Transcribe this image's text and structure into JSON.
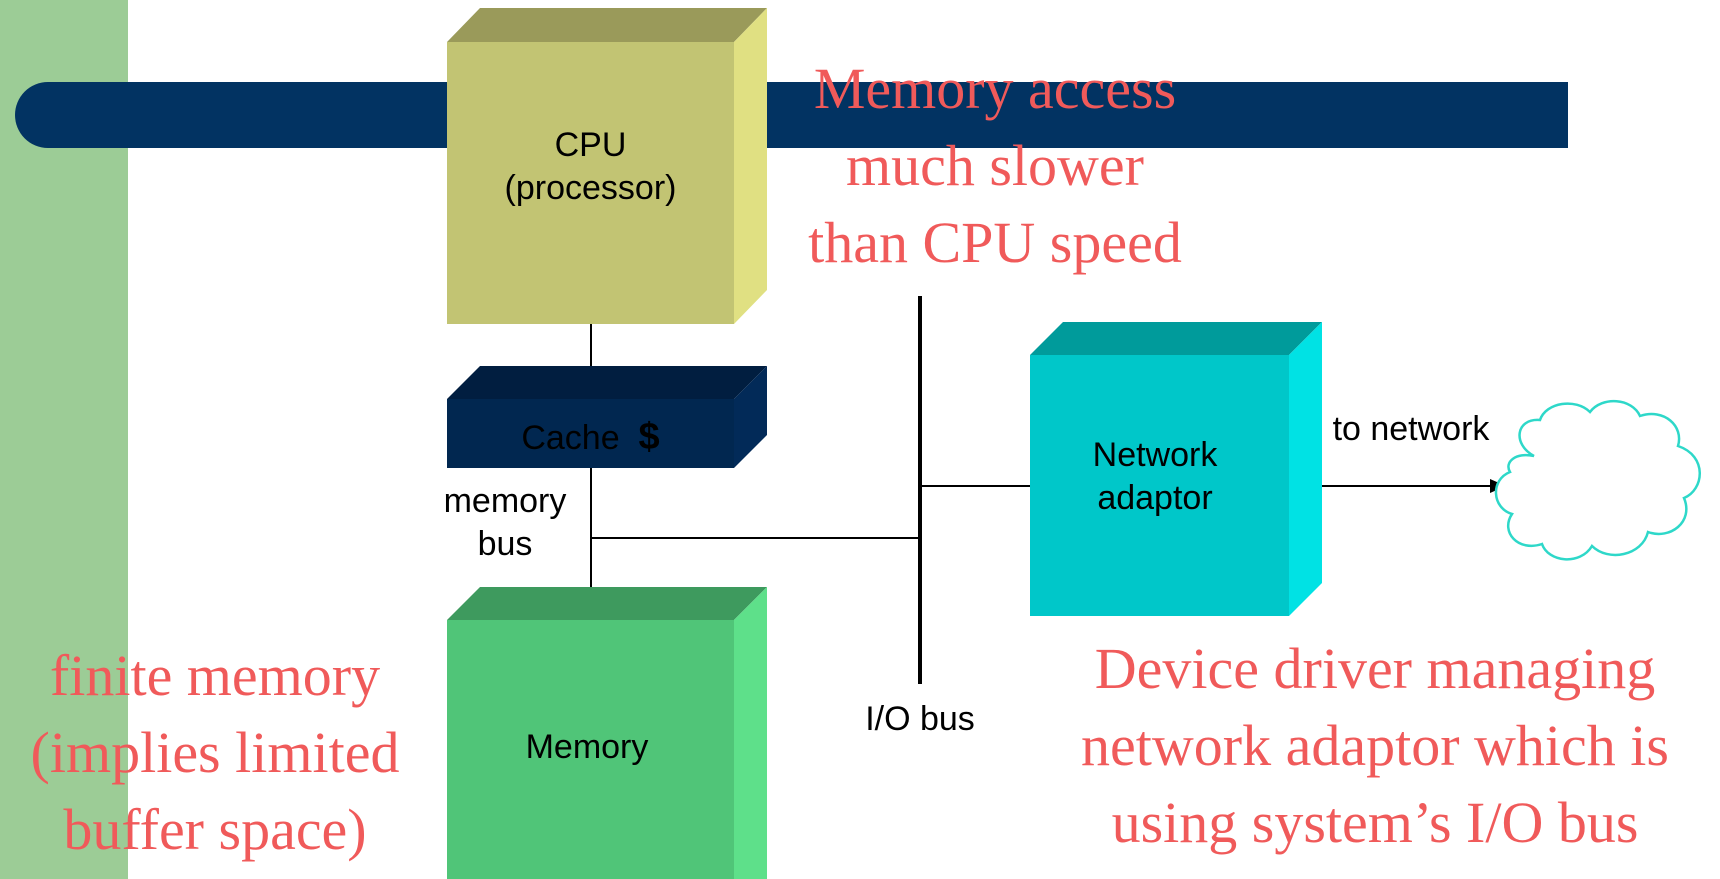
{
  "components": {
    "cpu": {
      "line1": "CPU",
      "line2": "(processor)"
    },
    "cache": {
      "label": "Cache",
      "symbol": "$"
    },
    "memory": {
      "label": "Memory"
    },
    "network_adaptor": {
      "line1": "Network",
      "line2": "adaptor"
    },
    "network_cloud": {
      "label": "to network"
    }
  },
  "buses": {
    "memory_bus": {
      "line1": "memory",
      "line2": "bus"
    },
    "io_bus": {
      "label": "I/O bus"
    }
  },
  "annotations": {
    "memory_access": [
      "Memory access",
      "much slower",
      "than CPU speed"
    ],
    "finite_memory": [
      "finite memory",
      "(implies limited",
      "buffer space)"
    ],
    "device_driver": [
      "Device driver managing",
      "network adaptor which is",
      "using system’s I/O bus"
    ]
  },
  "colors": {
    "sidebar": "#9ccc96",
    "title_bar": "#023362",
    "cpu_box": "#c2c473",
    "cache_box": "#012750",
    "memory_box": "#50c578",
    "network_box": "#00c7c9",
    "cloud": "#2ed8c9",
    "annotation_text": "#f05a5a"
  }
}
